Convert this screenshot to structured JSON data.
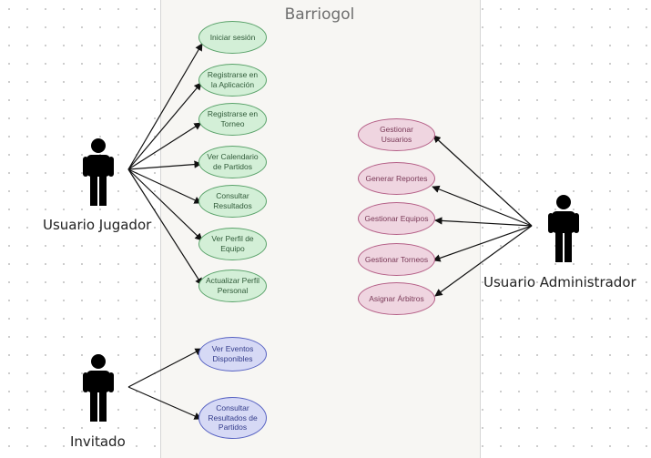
{
  "system": {
    "title": "Barriogol"
  },
  "actors": [
    {
      "id": "jugador",
      "label": "Usuario Jugador"
    },
    {
      "id": "admin",
      "label": "Usuario Administrador"
    },
    {
      "id": "invitado",
      "label": "Invitado"
    }
  ],
  "use_cases": {
    "jugador": [
      "Iniciar sesión",
      "Registrarse en la Aplicación",
      "Registrarse en Torneo",
      "Ver Calendario de Partidos",
      "Consultar Resultados",
      "Ver Perfil de Equipo",
      "Actualizar Perfil Personal"
    ],
    "admin": [
      "Gestionar Usuarios",
      "Generar Reportes",
      "Gestionar Equipos",
      "Gestionar Torneos",
      "Asignar Árbitros"
    ],
    "invitado": [
      "Ver Eventos Disponibles",
      "Consultar Resultados de Partidos"
    ]
  },
  "colors": {
    "jugador_fill": "#d3efd7",
    "admin_fill": "#efd5e0",
    "invitado_fill": "#d6d9f5",
    "boundary_fill": "#f7f6f3"
  }
}
